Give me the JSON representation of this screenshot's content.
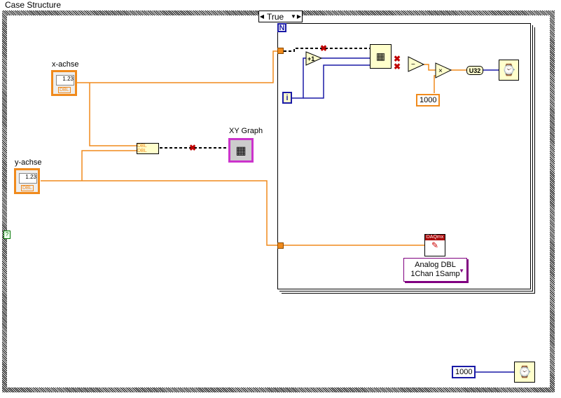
{
  "title": "Case Structure",
  "case_selector": {
    "value": "True",
    "left_arrow": "◀",
    "right_arrow": "▶",
    "dropdown": "▼"
  },
  "for_loop": {
    "count_terminal": "N",
    "iteration_terminal": "i"
  },
  "controls": [
    {
      "label": "x-achse",
      "display": "1.23",
      "type_tag": "DBL"
    },
    {
      "label": "y-achse",
      "display": "1.23",
      "type_tag": "DBL"
    }
  ],
  "bundle": {
    "inputs": [
      "DBL",
      "DBL"
    ]
  },
  "xy_graph": {
    "label": "XY Graph"
  },
  "increment": {
    "symbol": "+1"
  },
  "subtract": {
    "symbol": "−"
  },
  "multiply": {
    "symbol": "×"
  },
  "constants": {
    "multiplier": "1000",
    "wait_ms": "1000"
  },
  "conversion": {
    "label": "U32"
  },
  "daqmx": {
    "header": "DAQmx",
    "polymorphic_selector": [
      "Analog DBL",
      "1Chan 1Samp"
    ]
  },
  "unknown_terminal": "?",
  "colors": {
    "orange_wire": "#f08a1c",
    "blue_wire": "#1a1aa6",
    "broken": "#c00000",
    "graph_pink": "#cc33cc",
    "daqmx_header": "#aa0000"
  }
}
